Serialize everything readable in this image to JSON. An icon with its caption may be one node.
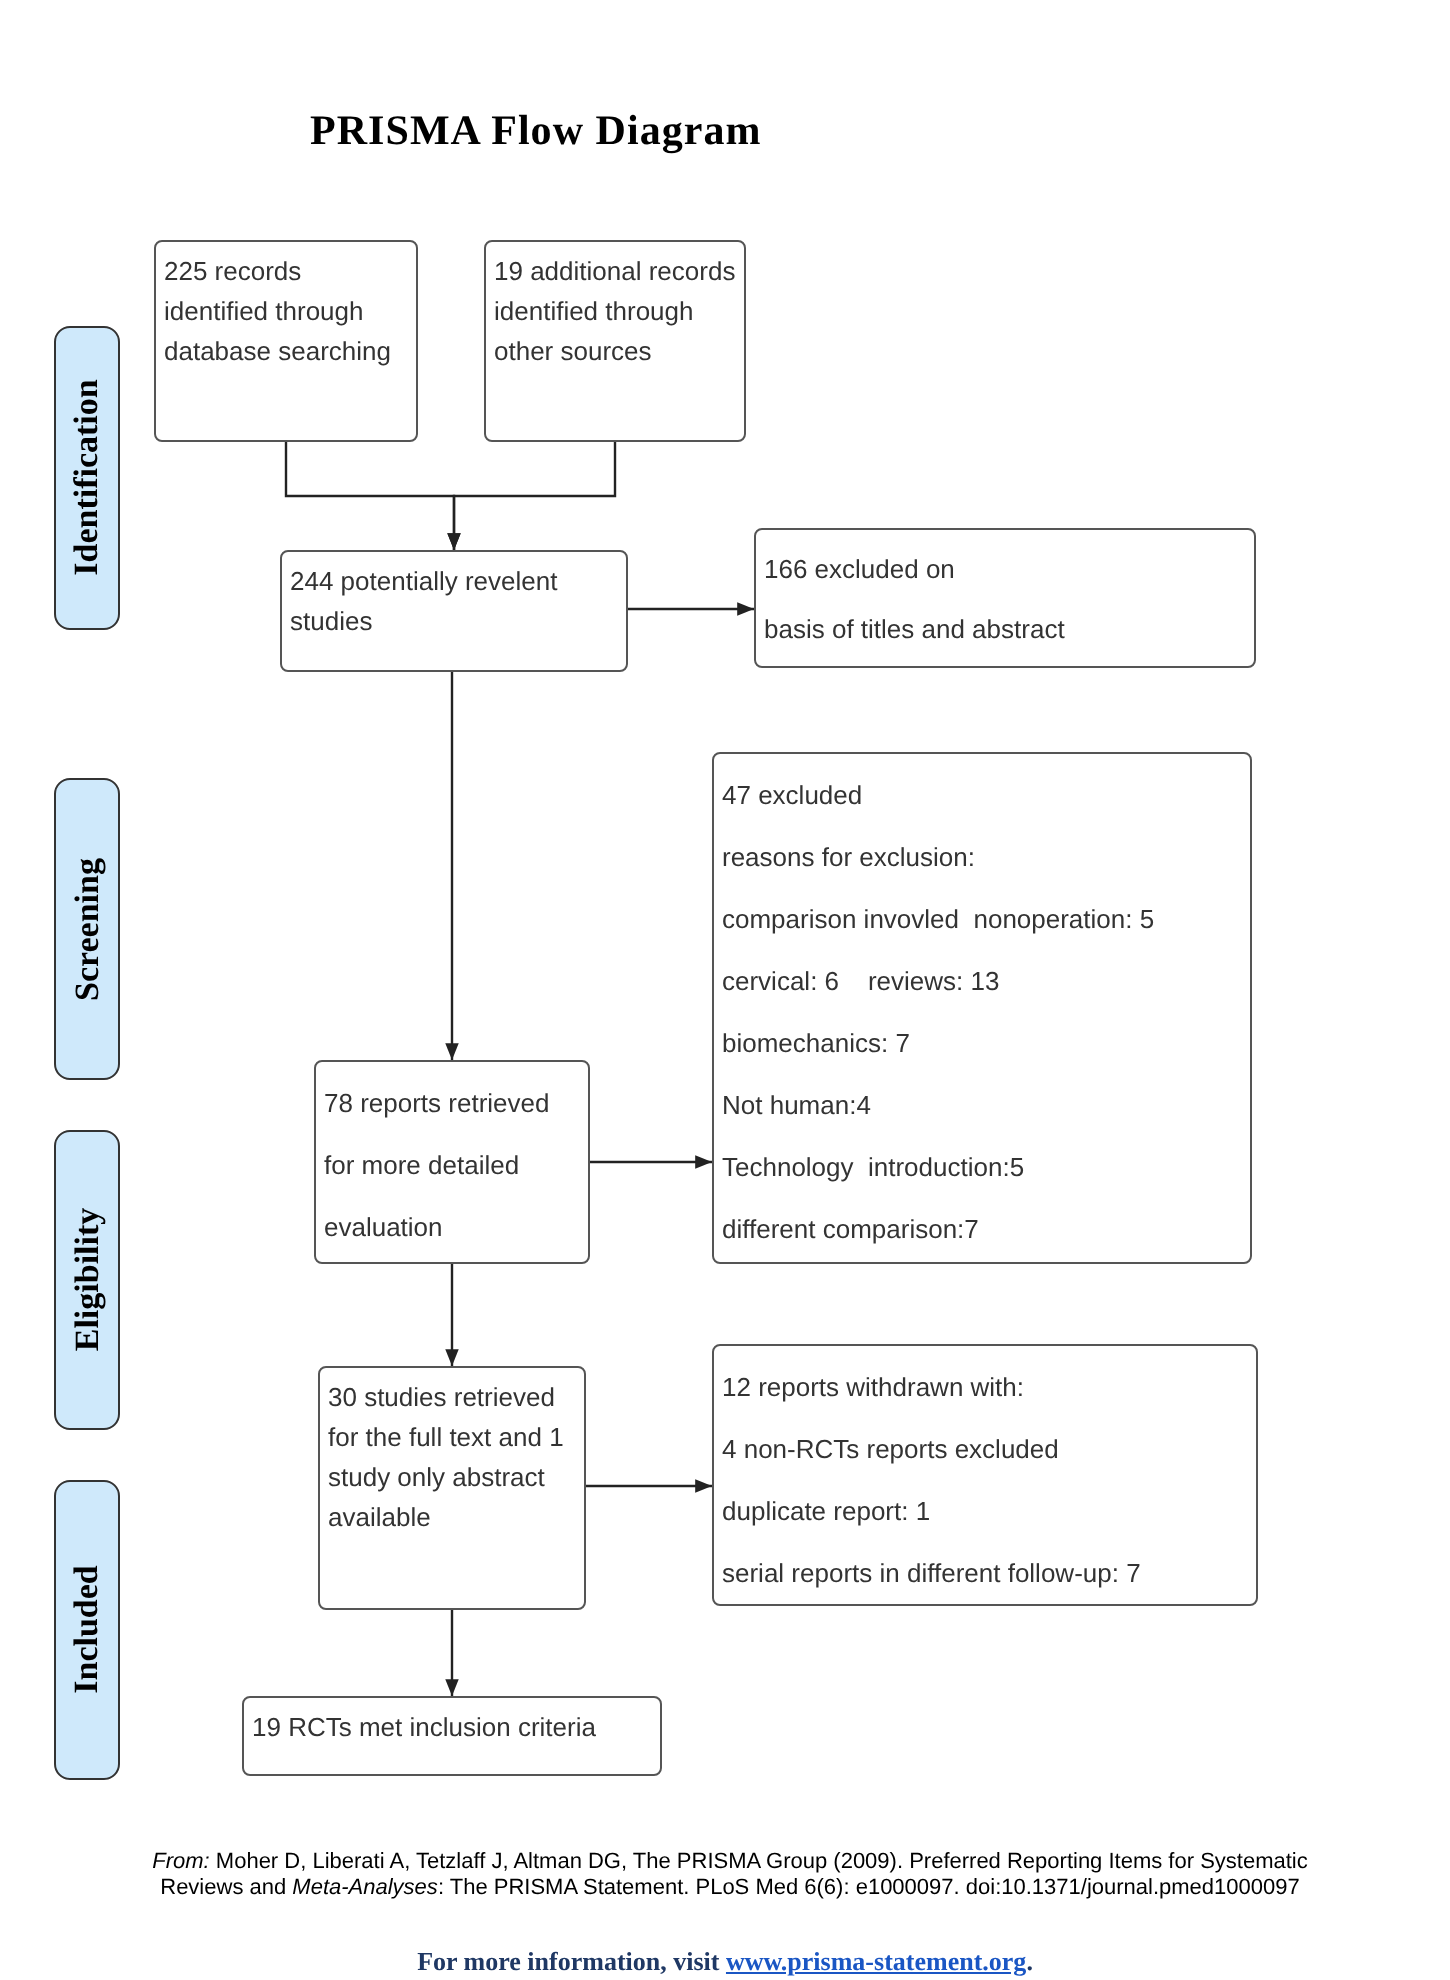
{
  "diagram": {
    "title": "PRISMA Flow Diagram",
    "nodes": [
      {
        "text": [
          "Identification"
        ]
      },
      {
        "text": [
          "Screening"
        ]
      },
      {
        "text": [
          "Eligibility"
        ]
      },
      {
        "text": [
          "Included"
        ]
      },
      {
        "text": [
          "225 records identified through database searching"
        ]
      },
      {
        "text": [
          "19 additional records identified through other sources"
        ]
      },
      {
        "text": [
          "244 potentially revelent studies"
        ]
      },
      {
        "text": [
          "166 excluded on",
          "basis of titles and abstract"
        ]
      },
      {
        "text": [
          "47 excluded",
          "reasons for exclusion:",
          "comparison invovled  nonoperation: 5",
          "cervical: 6    reviews: 13",
          "biomechanics: 7",
          "Not human:4",
          "Technology  introduction:5",
          "different comparison:7"
        ]
      },
      {
        "text": [
          "78 reports retrieved for more detailed evaluation"
        ]
      },
      {
        "text": [
          "30 studies retrieved for the full text and 1 study only abstract available"
        ]
      },
      {
        "text": [
          "12 reports withdrawn with:",
          "4 non-RCTs reports excluded",
          "duplicate report: 1",
          "serial reports in different follow-up: 7"
        ]
      },
      {
        "text": [
          "19 RCTs met inclusion criteria"
        ]
      }
    ],
    "edges": [
      {
        "from": 4,
        "to": 6,
        "arrow": "to"
      },
      {
        "from": 5,
        "to": 6,
        "arrow": "to"
      },
      {
        "from": 6,
        "to": 7,
        "arrow": "to"
      },
      {
        "from": 6,
        "to": 9,
        "arrow": "to"
      },
      {
        "from": 9,
        "to": 8,
        "arrow": "to"
      },
      {
        "from": 9,
        "to": 10,
        "arrow": "to"
      },
      {
        "from": 10,
        "to": 11,
        "arrow": "to"
      },
      {
        "from": 10,
        "to": 12,
        "arrow": "to"
      }
    ],
    "labels": [
      "*From:*  Moher D, Liberati A, Tetzlaff J, Altman DG, The PRISMA Group (2009). Preferred Reporting Items for Systematic Reviews and *Meta-Analyses*: The PRISMA Statement. PLoS Med 6(6): e1000097. doi:10.1371/journal.pmed1000097",
      "For more information, visit",
      "www.prisma-statement.org",
      "."
    ]
  }
}
